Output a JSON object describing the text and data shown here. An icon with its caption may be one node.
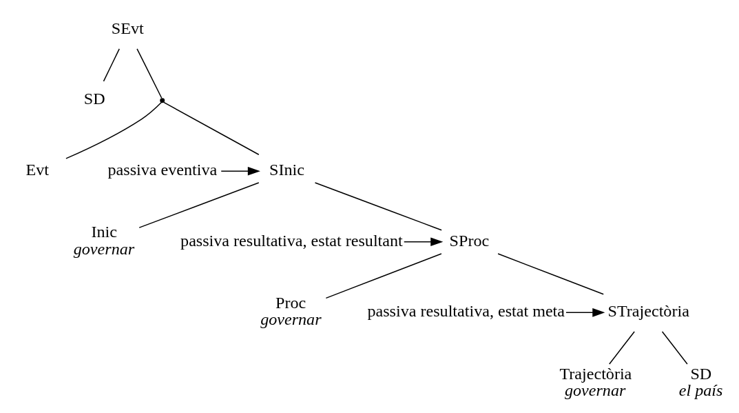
{
  "diagram": {
    "nodes": [
      {
        "text": [
          "SEvt"
        ]
      },
      {
        "text": [
          "SD"
        ]
      },
      {
        "text": [],
        "shape": "point"
      },
      {
        "text": [
          "Evt"
        ]
      },
      {
        "text": [
          "SInic"
        ]
      },
      {
        "text": [
          "passiva eventiva"
        ]
      },
      {
        "text": [
          "Inic",
          "governar"
        ]
      },
      {
        "text": [
          "SProc"
        ]
      },
      {
        "text": [
          "passiva resultativa, estat resultant"
        ]
      },
      {
        "text": [
          "Proc",
          "governar"
        ]
      },
      {
        "text": [
          "STrajectòria"
        ]
      },
      {
        "text": [
          "passiva resultativa, estat meta"
        ]
      },
      {
        "text": [
          "Trajectòria",
          "governar"
        ]
      },
      {
        "text": [
          "SD",
          "el país"
        ]
      }
    ],
    "edges": [
      {
        "from": 0,
        "to": 1,
        "arrow": "none"
      },
      {
        "from": 0,
        "to": 2,
        "arrow": "none"
      },
      {
        "from": 2,
        "to": 3,
        "arrow": "none"
      },
      {
        "from": 2,
        "to": 4,
        "arrow": "none"
      },
      {
        "from": 5,
        "to": 4,
        "arrow": "to"
      },
      {
        "from": 4,
        "to": 6,
        "arrow": "none"
      },
      {
        "from": 4,
        "to": 7,
        "arrow": "none"
      },
      {
        "from": 8,
        "to": 7,
        "arrow": "to"
      },
      {
        "from": 7,
        "to": 9,
        "arrow": "none"
      },
      {
        "from": 7,
        "to": 10,
        "arrow": "none"
      },
      {
        "from": 11,
        "to": 10,
        "arrow": "to"
      },
      {
        "from": 10,
        "to": 12,
        "arrow": "none"
      },
      {
        "from": 10,
        "to": 13,
        "arrow": "none"
      }
    ]
  }
}
